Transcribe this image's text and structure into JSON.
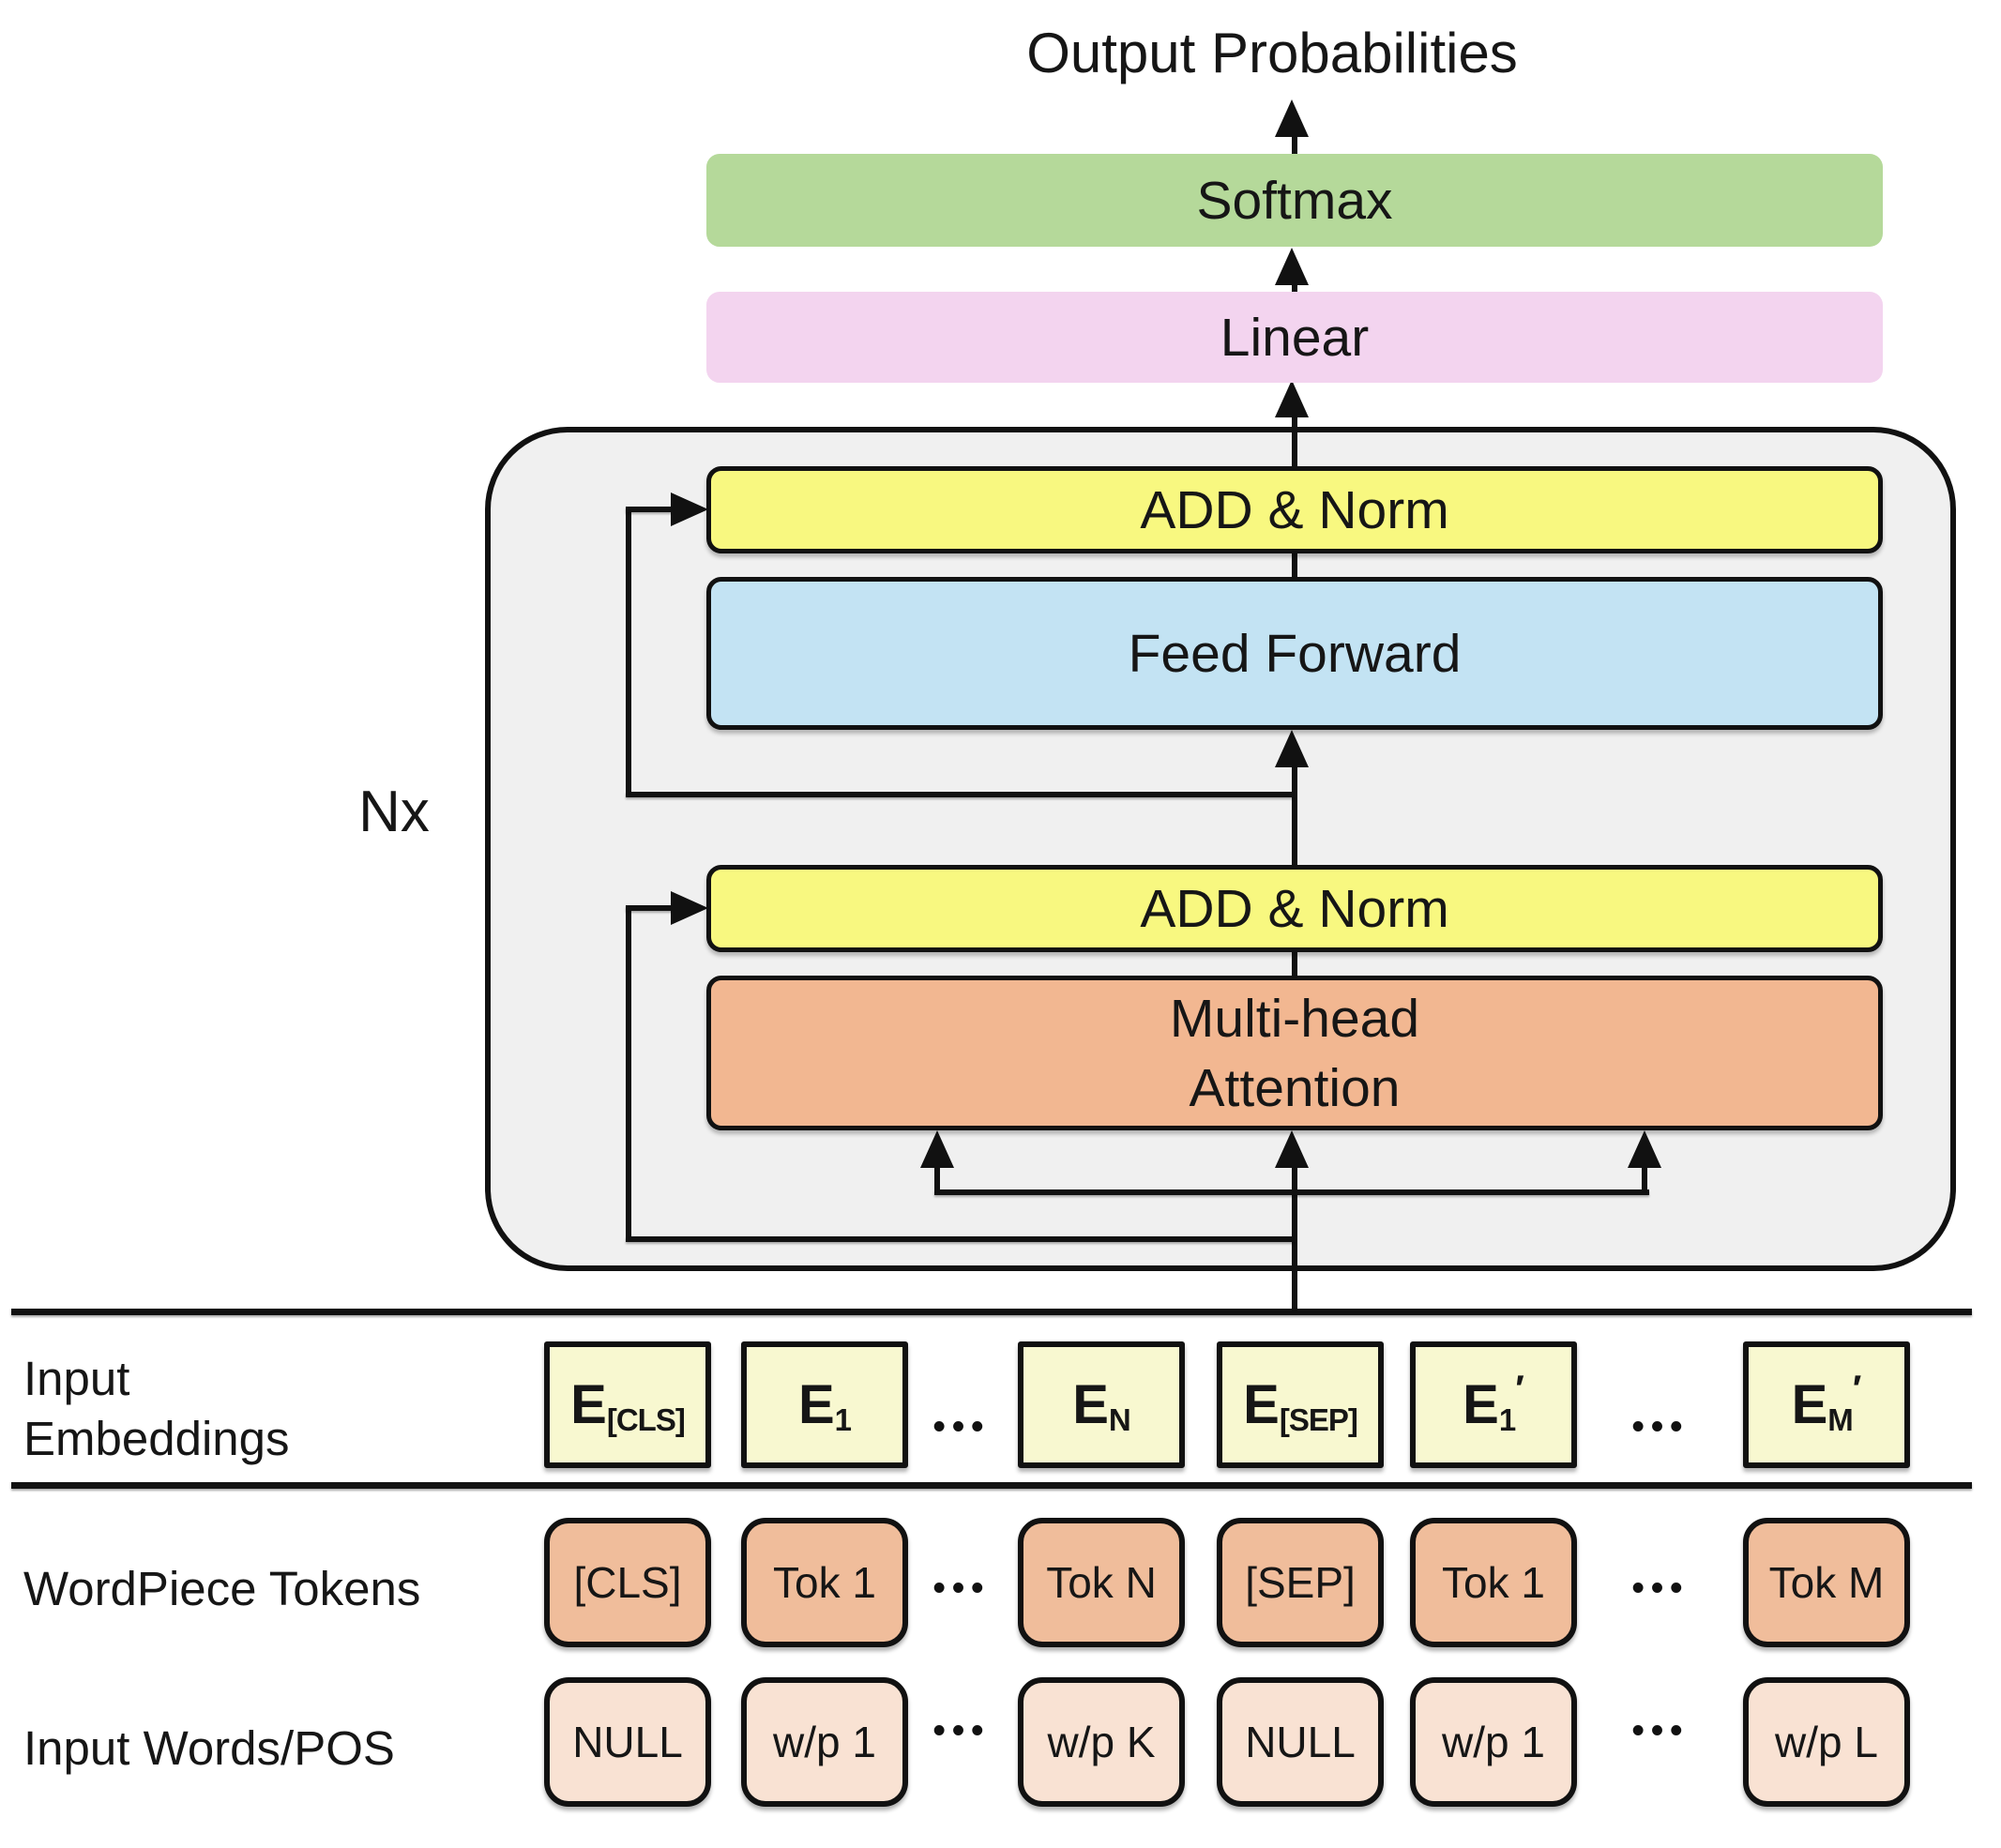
{
  "title": "Output Probabilities",
  "ellipsis": "•••",
  "encoder": {
    "repeat_label": "Nx",
    "softmax": "Softmax",
    "linear": "Linear",
    "add_norm_top": "ADD & Norm",
    "feed_forward": "Feed Forward",
    "add_norm_bottom": "ADD & Norm",
    "attention_line1": "Multi-head",
    "attention_line2": "Attention"
  },
  "colors": {
    "softmax_green": "#b5d99a",
    "linear_pink": "#f3d4ef",
    "add_norm_yellow": "#f8f880",
    "feed_forward_blue": "#c3e3f3",
    "attention_orange": "#f2b791",
    "encoder_gray": "#f0f0f0",
    "embedding_cell_yellow": "#f8f8d0",
    "token_cell_orange": "#f0bd9b",
    "word_cell_pink": "#f9e2d3",
    "line_black": "#111111"
  },
  "rows": {
    "embeddings": {
      "label_line1": "Input",
      "label_line2": "Embeddings",
      "cells": [
        {
          "main": "E",
          "sub": "[CLS]",
          "prime": ""
        },
        {
          "main": "E",
          "sub": "1",
          "prime": ""
        },
        {
          "main": "E",
          "sub": "N",
          "prime": ""
        },
        {
          "main": "E",
          "sub": "[SEP]",
          "prime": ""
        },
        {
          "main": "E",
          "sub": "1",
          "prime": "′"
        },
        {
          "main": "E",
          "sub": "M",
          "prime": "′"
        }
      ]
    },
    "wordpiece": {
      "label": "WordPiece Tokens",
      "cells": [
        "[CLS]",
        "Tok 1",
        "Tok N",
        "[SEP]",
        "Tok 1",
        "Tok M"
      ]
    },
    "words": {
      "label": "Input Words/POS",
      "cells": [
        "NULL",
        "w/p 1",
        "w/p K",
        "NULL",
        "w/p 1",
        "w/p L"
      ]
    }
  }
}
